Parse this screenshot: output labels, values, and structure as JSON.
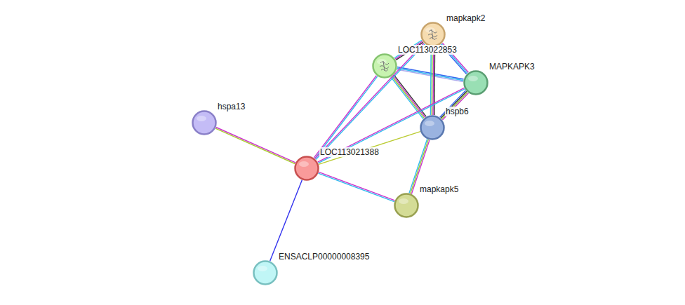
{
  "diagram": {
    "nodes": [
      {
        "text": [
          "mapkapk2"
        ]
      },
      {
        "text": [
          "LOC113022853"
        ]
      },
      {
        "text": [
          "MAPKAPK3"
        ]
      },
      {
        "text": [
          "hspb6"
        ]
      },
      {
        "text": [
          "hspa13"
        ]
      },
      {
        "text": [
          "LOC113021388"
        ]
      },
      {
        "text": [
          "mapkapk5"
        ]
      },
      {
        "text": [
          "ENSACLP00000008395"
        ]
      }
    ],
    "edges": [
      {
        "from": 1,
        "to": 0,
        "arrow": "none"
      },
      {
        "from": 1,
        "to": 2,
        "arrow": "none"
      },
      {
        "from": 1,
        "to": 3,
        "arrow": "none"
      },
      {
        "from": 5,
        "to": 1,
        "arrow": "none"
      },
      {
        "from": 0,
        "to": 2,
        "arrow": "none"
      },
      {
        "from": 0,
        "to": 3,
        "arrow": "none"
      },
      {
        "from": 5,
        "to": 0,
        "arrow": "none"
      },
      {
        "from": 2,
        "to": 3,
        "arrow": "none"
      },
      {
        "from": 5,
        "to": 2,
        "arrow": "none"
      },
      {
        "from": 5,
        "to": 3,
        "arrow": "none"
      },
      {
        "from": 3,
        "to": 6,
        "arrow": "none"
      },
      {
        "from": 4,
        "to": 5,
        "arrow": "none"
      },
      {
        "from": 5,
        "to": 6,
        "arrow": "none"
      },
      {
        "from": 5,
        "to": 7,
        "arrow": "none"
      }
    ]
  }
}
